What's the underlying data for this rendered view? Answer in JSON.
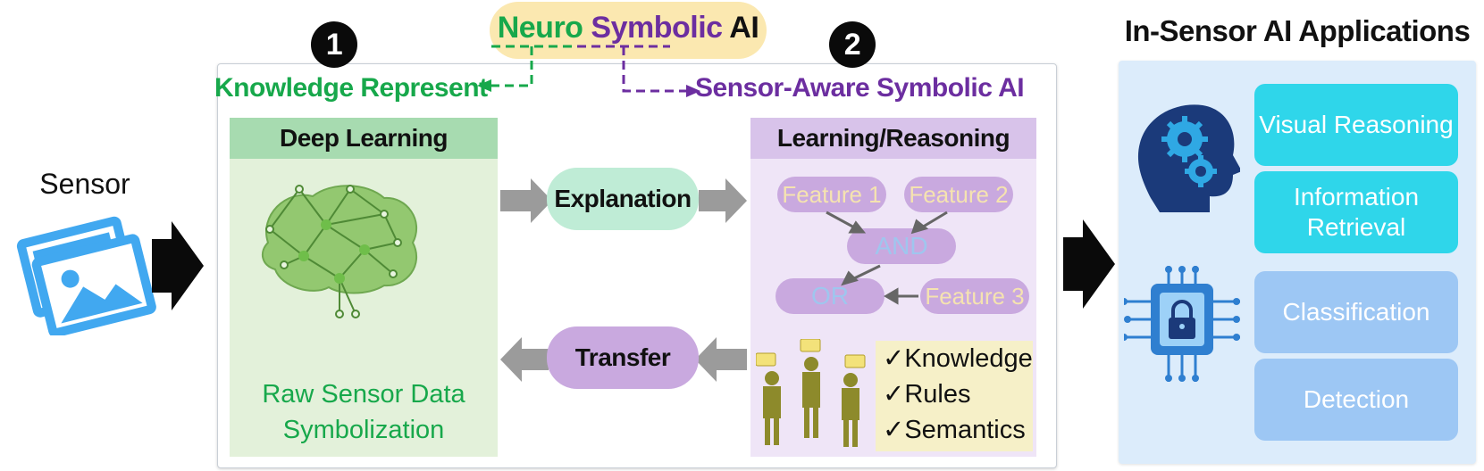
{
  "header": {
    "title_parts": [
      {
        "text": "Neuro",
        "color": "#17a84b"
      },
      {
        "text": "Symbolic",
        "color": "#6c2ea0"
      },
      {
        "text": "AI",
        "color": "#111111"
      }
    ],
    "step1": "1",
    "step2": "2"
  },
  "sensor": {
    "label": "Sensor",
    "icon": "image-icon"
  },
  "left_section": {
    "title": "Knowledge Represent",
    "panel_header": "Deep Learning",
    "caption_line1": "Raw Sensor Data",
    "caption_line2": "Symbolization",
    "icon": "neural-brain-icon"
  },
  "middle": {
    "explanation": "Explanation",
    "transfer": "Transfer"
  },
  "right_section": {
    "title": "Sensor-Aware Symbolic AI",
    "panel_header": "Learning/Reasoning",
    "feature1": "Feature 1",
    "feature2": "Feature 2",
    "and_label": "AND",
    "or_label": "OR",
    "feature3": "Feature 3",
    "checklist": [
      "Knowledge",
      "Rules",
      "Semantics"
    ],
    "icon": "people-discussion-icon"
  },
  "applications": {
    "title": "In-Sensor AI Applications",
    "items": [
      "Visual Reasoning",
      "Information Retrieval",
      "Classification",
      "Detection"
    ],
    "icons": [
      "head-gears-icon",
      "chip-lock-icon"
    ]
  },
  "colors": {
    "green": "#17a84b",
    "purple": "#6c2ea0",
    "cyan": "#2fd6ea",
    "light_blue": "#9dc7f4"
  }
}
